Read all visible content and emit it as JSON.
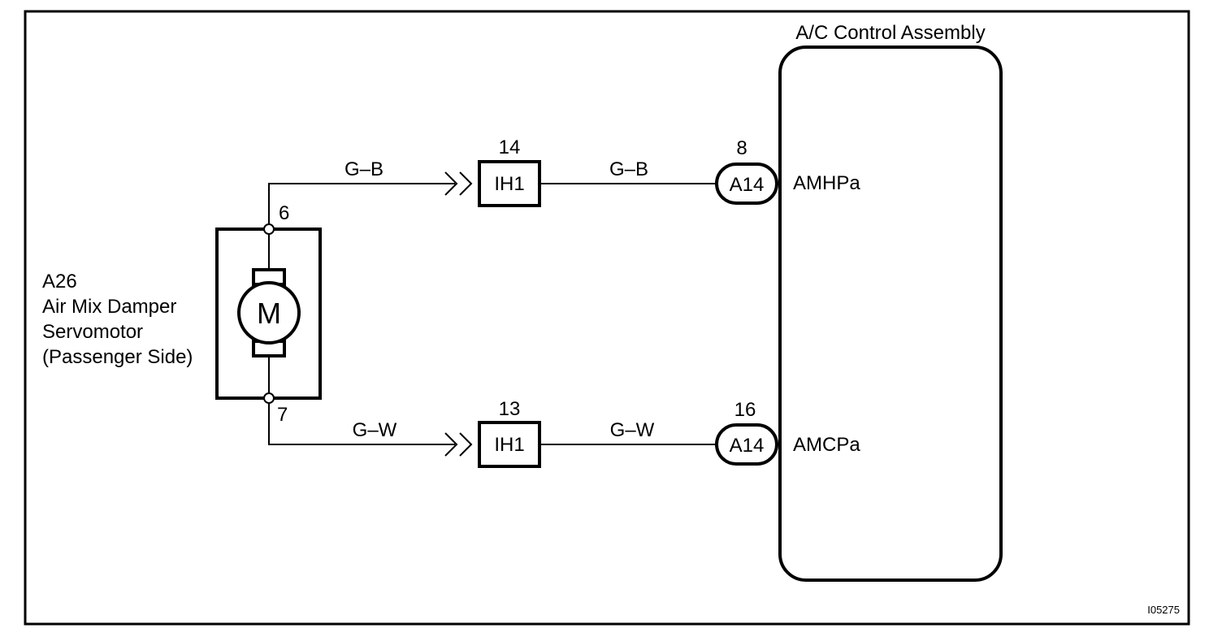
{
  "figure_id": "I05275",
  "servomotor": {
    "code": "A26",
    "line1": "Air Mix Damper",
    "line2": "Servomotor",
    "line3": "(Passenger Side)",
    "symbol": "M",
    "pin_top": "6",
    "pin_bottom": "7"
  },
  "control_assembly": {
    "title": "A/C Control Assembly",
    "terminal_top": "AMHPa",
    "terminal_bottom": "AMCPa"
  },
  "circuits": [
    {
      "wire_color_left": "G–B",
      "junction_pin": "14",
      "junction_label": "IH1",
      "wire_color_right": "G–B",
      "connector_pin": "8",
      "connector_label": "A14"
    },
    {
      "wire_color_left": "G–W",
      "junction_pin": "13",
      "junction_label": "IH1",
      "wire_color_right": "G–W",
      "connector_pin": "16",
      "connector_label": "A14"
    }
  ]
}
